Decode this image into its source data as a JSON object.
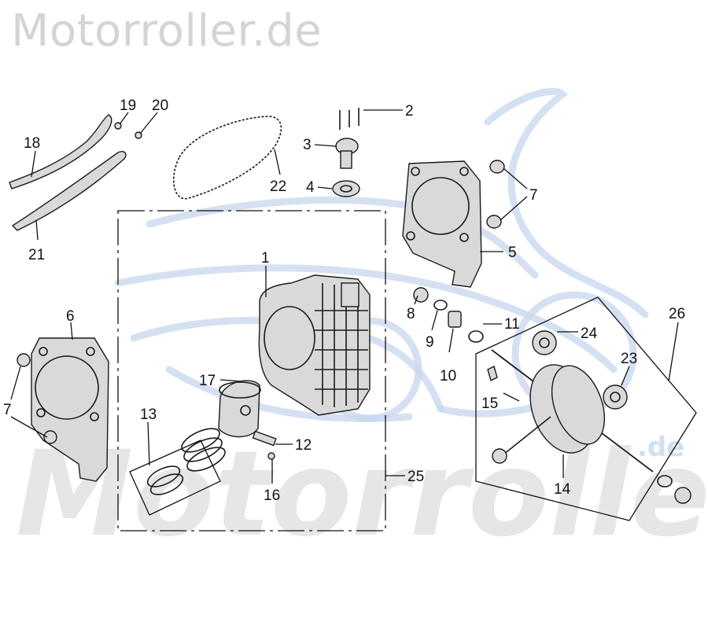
{
  "header": {
    "brand": "Motorroller.de"
  },
  "watermark": {
    "text": "Motorroller",
    "suffix": ".de",
    "color": "#c7d7ee"
  },
  "callouts": {
    "n1": "1",
    "n2": "2",
    "n3": "3",
    "n4": "4",
    "n5": "5",
    "n6": "6",
    "n7a": "7",
    "n7b": "7",
    "n8": "8",
    "n9": "9",
    "n10": "10",
    "n11": "11",
    "n12": "12",
    "n13": "13",
    "n14": "14",
    "n15": "15",
    "n16": "16",
    "n17": "17",
    "n18": "18",
    "n19": "19",
    "n20": "20",
    "n21": "21",
    "n22": "22",
    "n23": "23",
    "n24": "24",
    "n25": "25",
    "n26": "26"
  }
}
